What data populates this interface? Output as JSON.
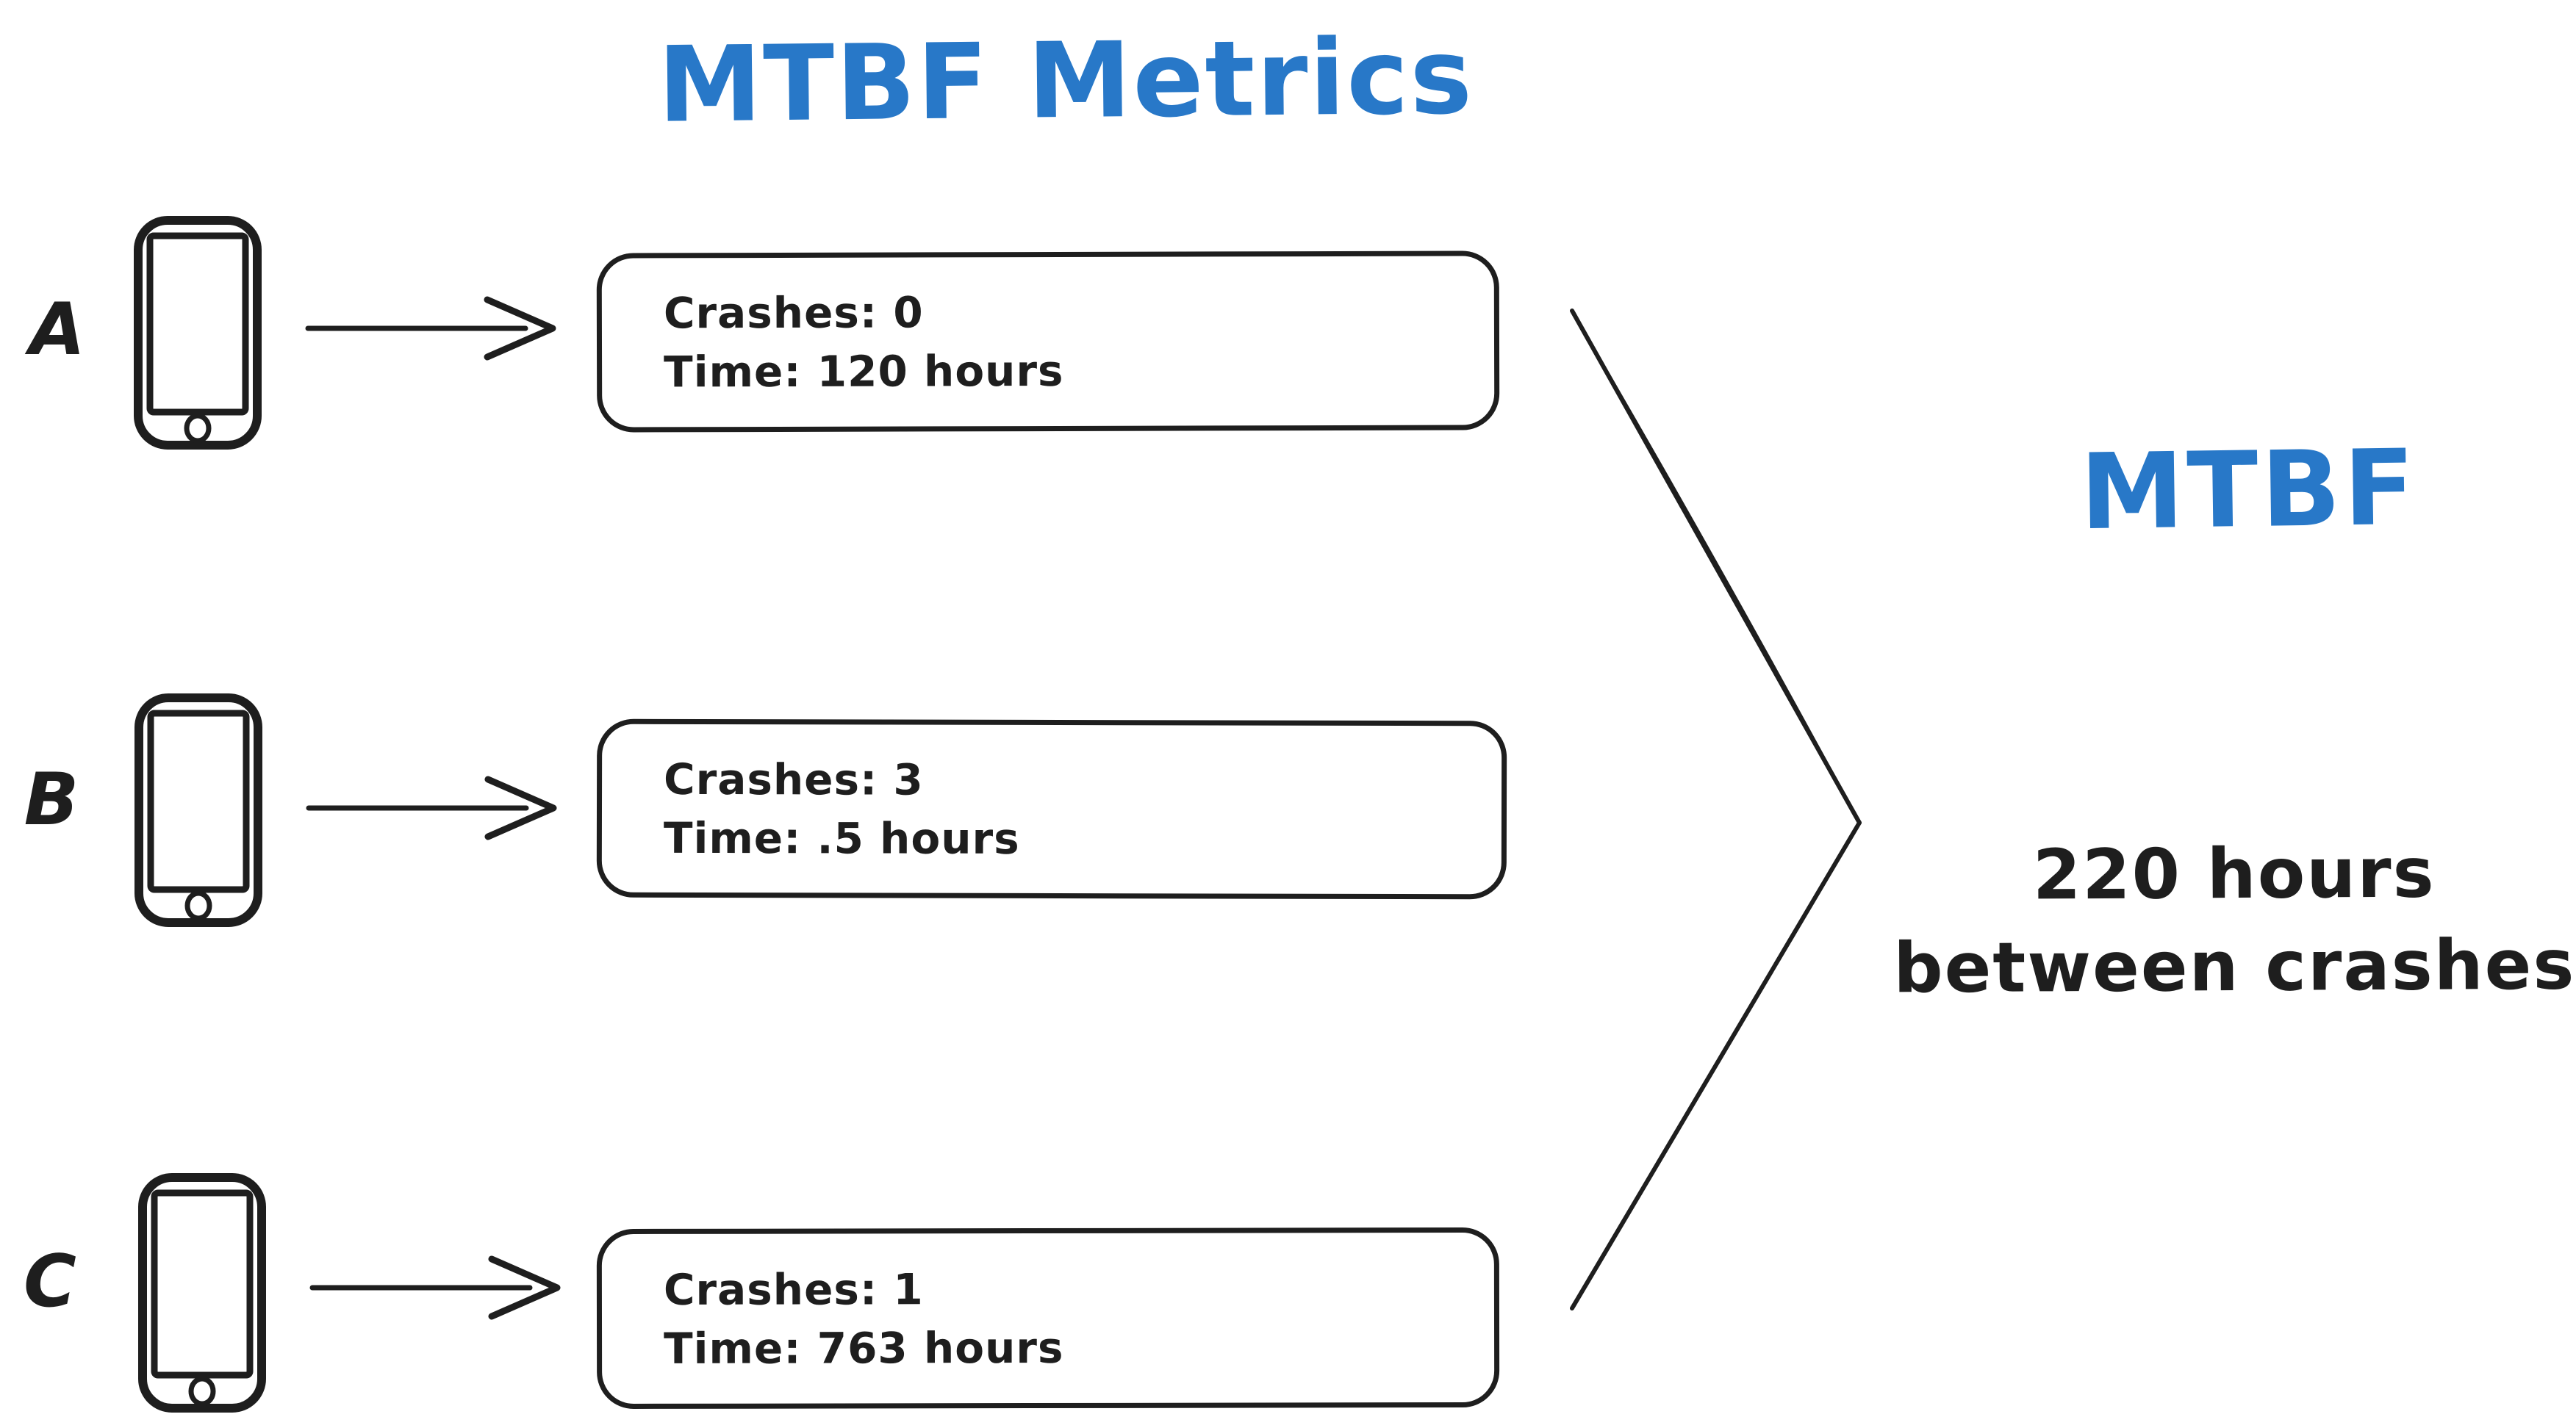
{
  "title": "MTBF Metrics",
  "colors": {
    "accent": "#2878c8",
    "ink": "#1e1e1e"
  },
  "devices": [
    {
      "label": "A",
      "crashes": "Crashes: 0",
      "time": "Time: 120 hours"
    },
    {
      "label": "B",
      "crashes": "Crashes: 3",
      "time": "Time: .5 hours"
    },
    {
      "label": "C",
      "crashes": "Crashes: 1",
      "time": "Time: 763 hours"
    }
  ],
  "result": {
    "heading": "MTBF",
    "line1": "220 hours",
    "line2": "between crashes"
  },
  "icons": {
    "phone": "phone-icon",
    "arrow": "arrow-right-icon",
    "merge": "merge-chevron-icon"
  }
}
